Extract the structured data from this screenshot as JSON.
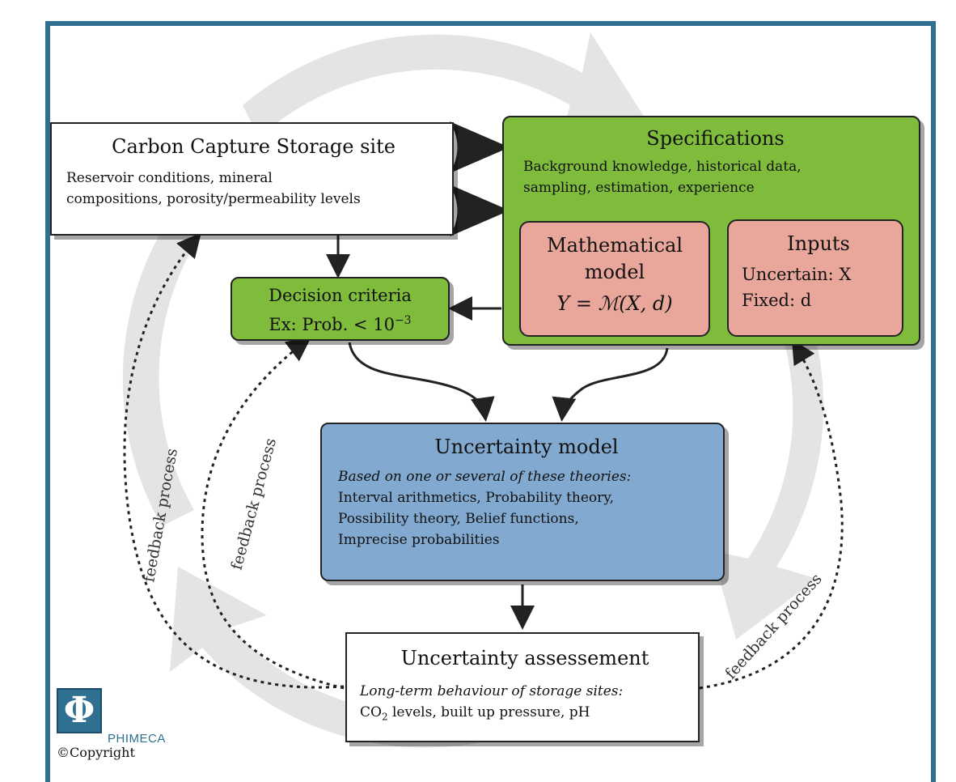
{
  "ccs_site": {
    "title": "Carbon Capture Storage site",
    "line1": "Reservoir conditions, mineral",
    "line2": "compositions, porosity/permeability levels"
  },
  "specifications": {
    "title": "Specifications",
    "line1": "Background knowledge, historical data,",
    "line2": "sampling, estimation, experience"
  },
  "math_model": {
    "line1": "Mathematical",
    "line2": "model",
    "equation": "Y = ℳ(X, d)"
  },
  "inputs": {
    "title": "Inputs",
    "uncertain": "Uncertain: X",
    "fixed": "Fixed: d"
  },
  "decision_criteria": {
    "line1": "Decision criteria",
    "line2_prefix": "Ex: Prob. < 10",
    "line2_exp": "−3"
  },
  "uncertainty_model": {
    "title": "Uncertainty model",
    "subtitle": "Based on one or several of these theories:",
    "line1": "Interval arithmetics, Probability theory,",
    "line2": "Possibility theory, Belief functions,",
    "line3": "Imprecise probabilities"
  },
  "uncertainty_assessment": {
    "title": "Uncertainty assessement",
    "subtitle": "Long-term behaviour of storage sites:",
    "line1_pre": "CO",
    "line1_sub": "2",
    "line1_post": " levels, built up pressure, pH"
  },
  "feedback_label": "feedback process",
  "logo": {
    "symbol": "Φ",
    "brand": "PHIMECA",
    "copyright": "©Copyright"
  },
  "colors": {
    "frame": "#2f6f8f",
    "green": "#7fbc3c",
    "salmon": "#e8a79a",
    "blue": "#82a9cf",
    "background_arrows": "#e3e4e5"
  }
}
